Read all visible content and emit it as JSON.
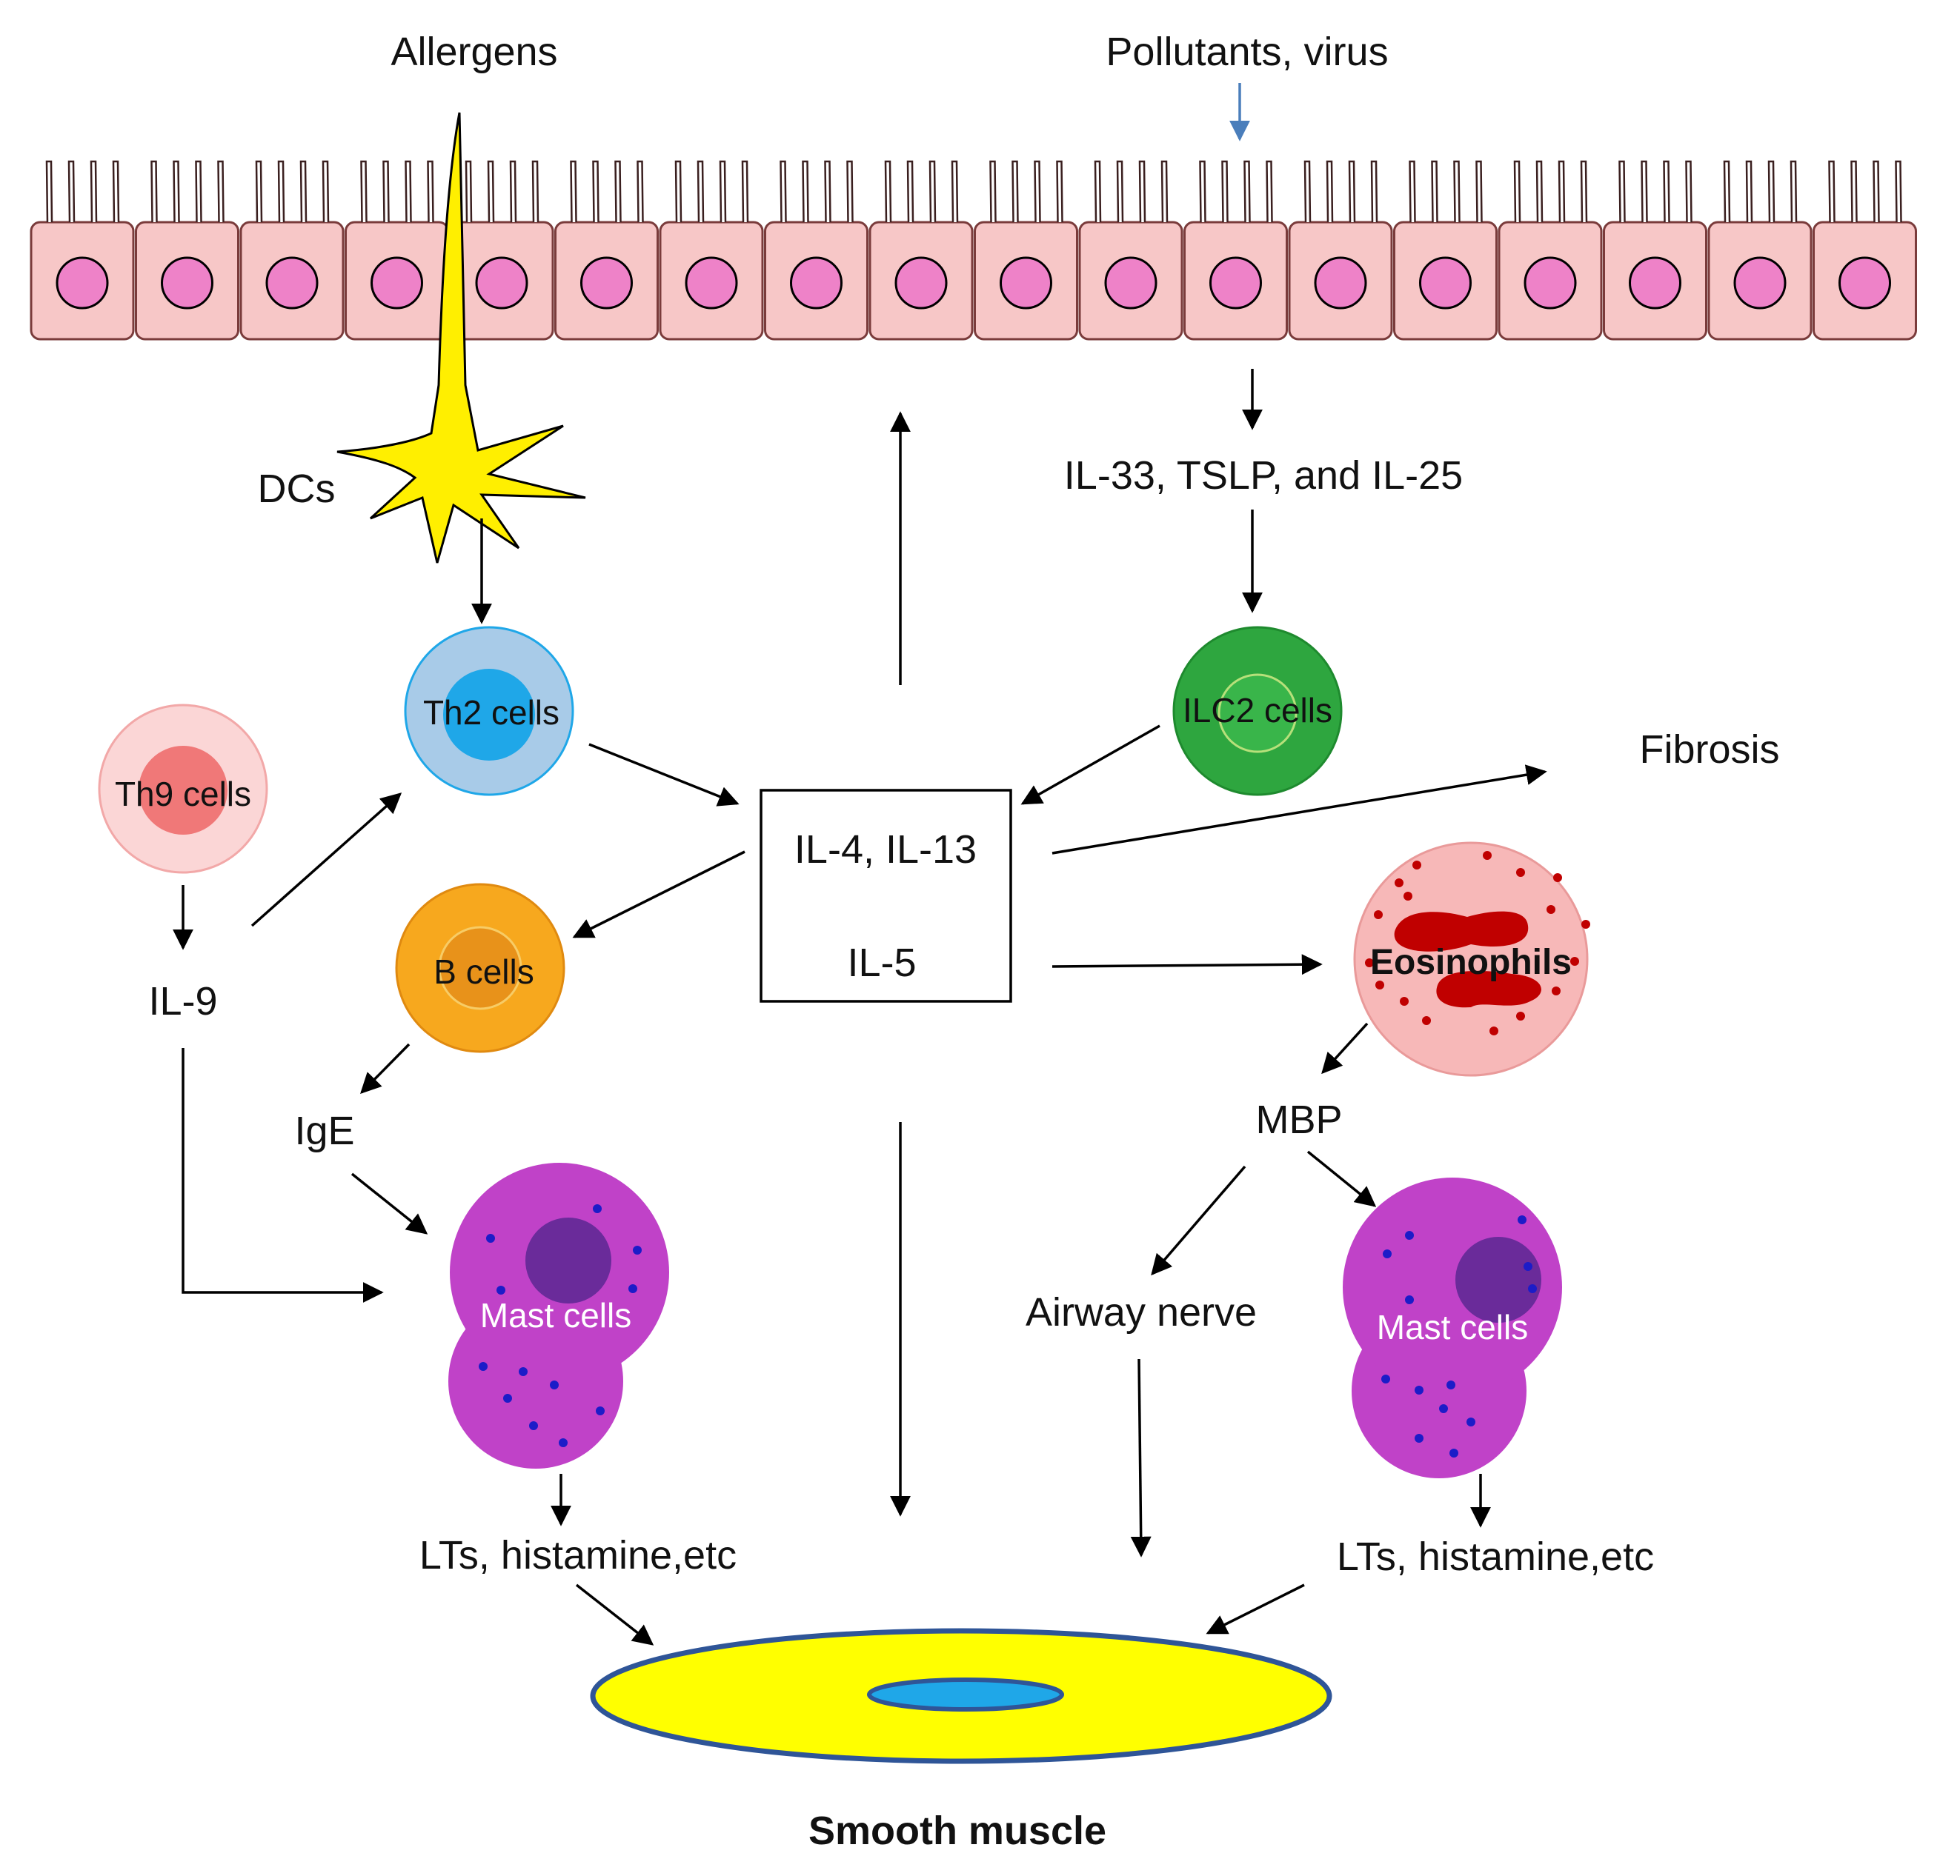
{
  "colors": {
    "epithelium_fill": "#f7c7c7",
    "epithelium_stroke": "#7a3b3b",
    "nucleus_fill": "#ee82c8",
    "dc_fill": "#ffef00",
    "th2_fill": "#8fc9f2",
    "th2_core": "#1fa7e8",
    "th9_fill": "#f9c6c6",
    "th9_core": "#f08080",
    "ilc2_fill": "#2ea63f",
    "ilc2_core": "#39b54a",
    "bcell_fill": "#f5a623",
    "bcell_core": "#e8921a",
    "eos_fill": "#f5b3b3",
    "eos_granule": "#c00000",
    "mast_fill": "#c042c8",
    "mast_nucleus": "#6a2b9a",
    "mast_granule": "#1c1cc8",
    "muscle_fill": "#ffff00",
    "muscle_stroke": "#2f5597",
    "muscle_core": "#1fa7e8",
    "virus_arrow": "#4a7ebb"
  },
  "labels": {
    "allergens": "Allergens",
    "pollutants": "Pollutants, virus",
    "dcs": "DCs",
    "il33": "IL-33, TSLP, and IL-25",
    "th2": "Th2 cells",
    "th9": "Th9 cells",
    "ilc2": "ILC2 cells",
    "fibrosis": "Fibrosis",
    "il4": "IL-4, IL-13",
    "il5": "IL-5",
    "bcells": "B cells",
    "il9": "IL-9",
    "eosinophils": "Eosinophils",
    "ige": "IgE",
    "mbp": "MBP",
    "mast_left": "Mast cells",
    "mast_right": "Mast cells",
    "airway_nerve": "Airway nerve",
    "lts_left": "LTs, histamine,etc",
    "lts_right": "LTs, histamine,etc",
    "smooth_muscle": "Smooth muscle"
  }
}
